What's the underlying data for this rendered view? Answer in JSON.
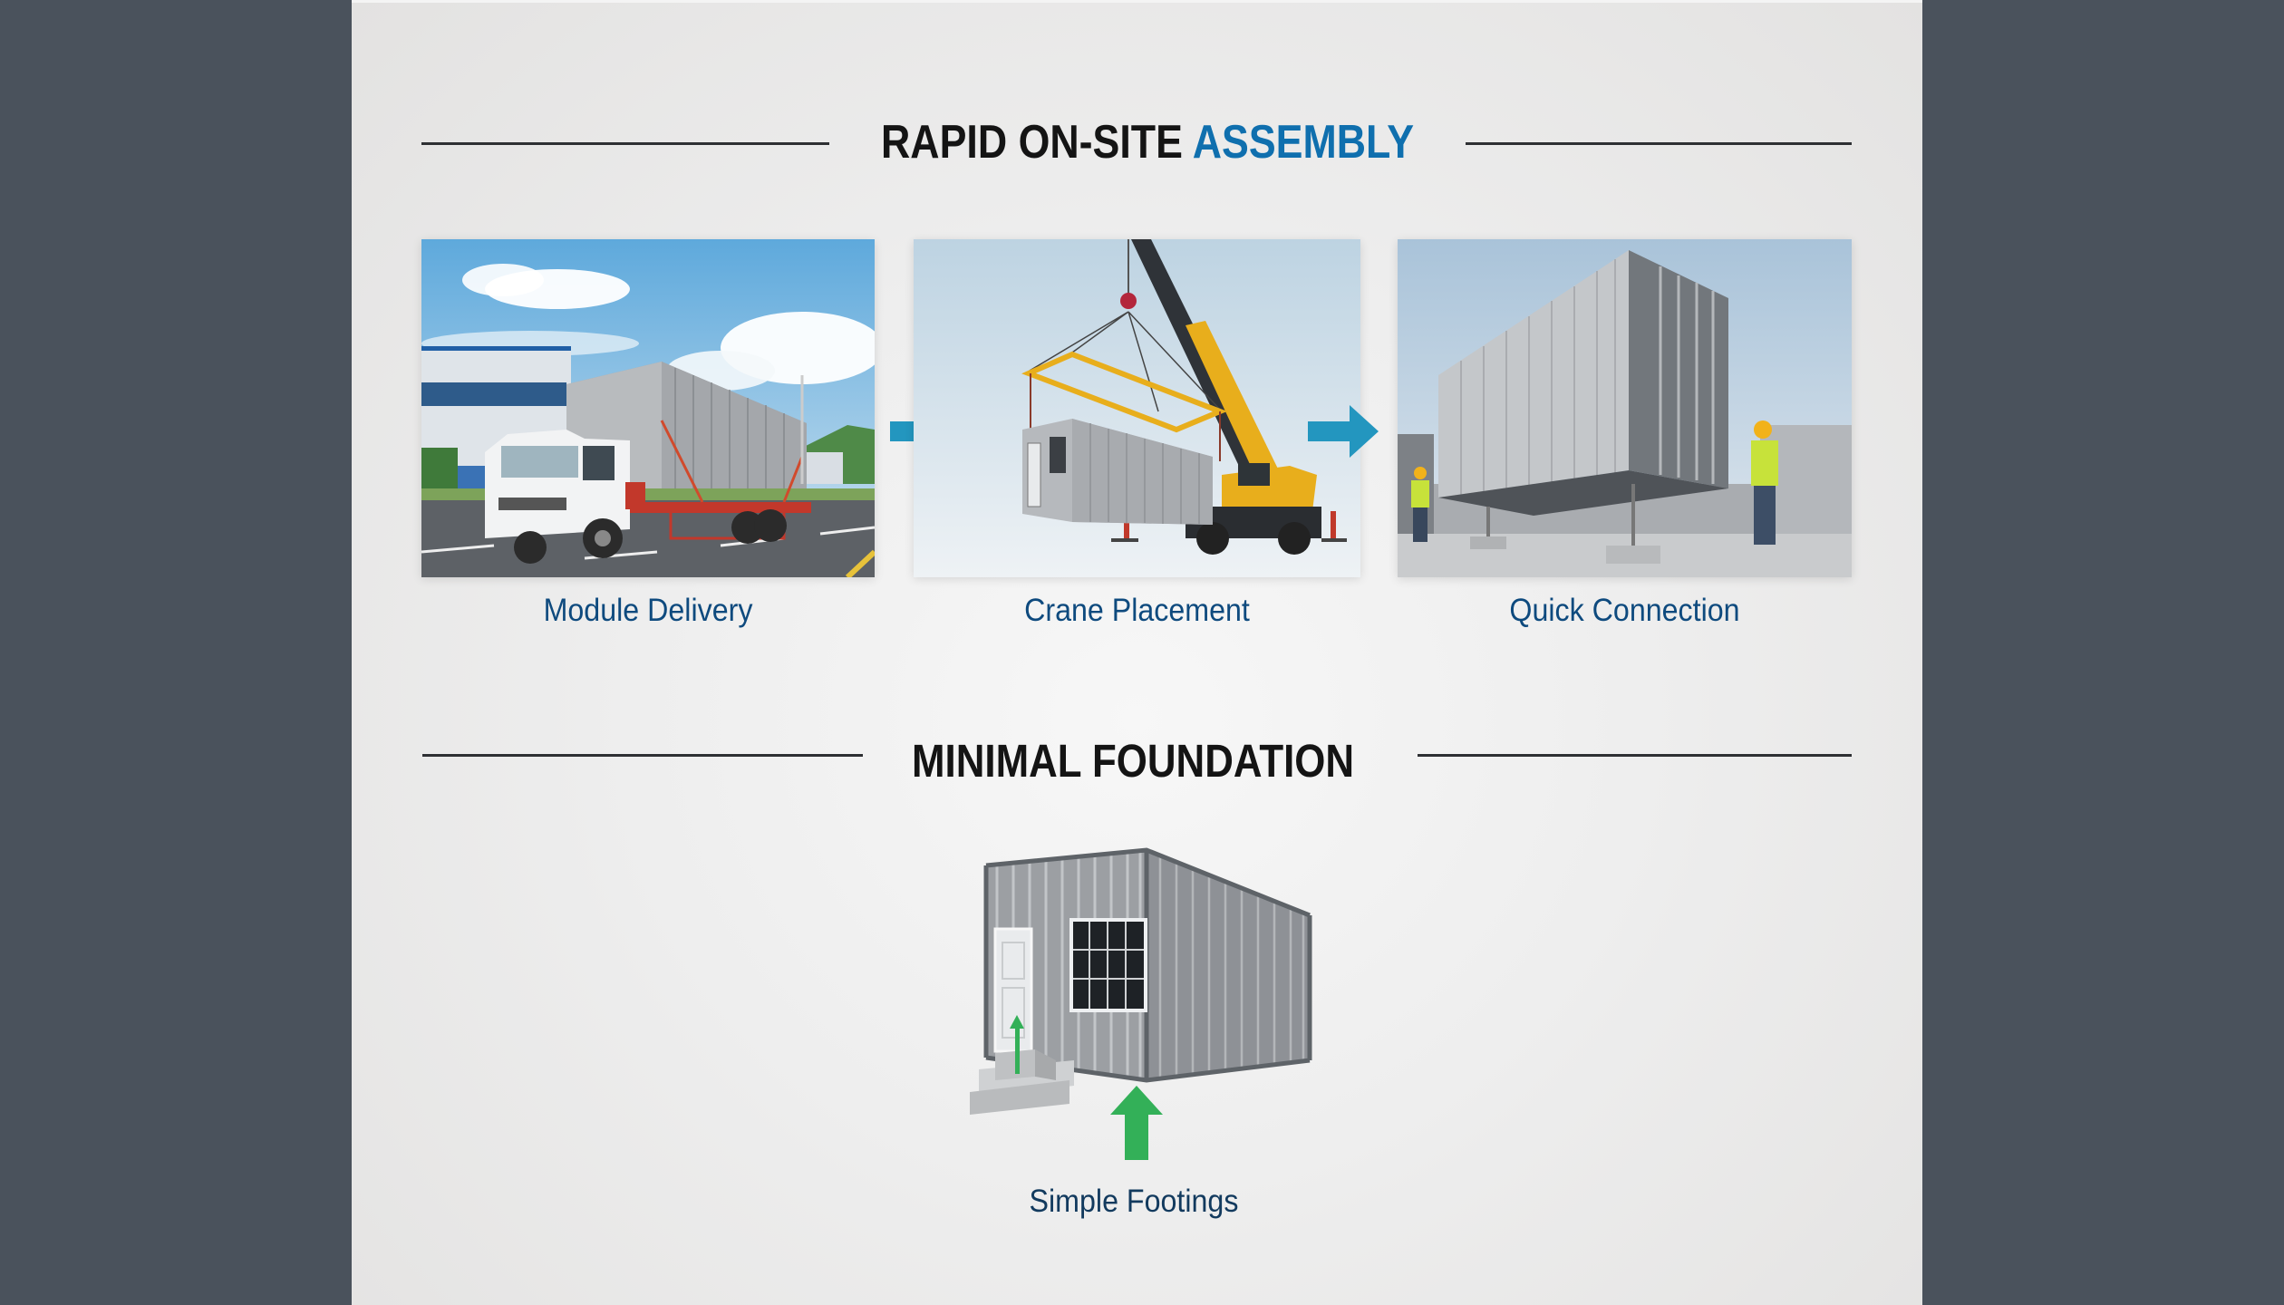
{
  "sections": {
    "assembly": {
      "title_part1": "RAPID ON-SITE ",
      "title_accent": "ASSEMBLY",
      "steps": [
        {
          "label": "Module Delivery",
          "image": "truck-delivering-container-module"
        },
        {
          "label": "Crane Placement",
          "image": "crane-lifting-container-module"
        },
        {
          "label": "Quick Connection",
          "image": "workers-connecting-container-module"
        }
      ],
      "flow_arrow_icon": "right-arrow-icon"
    },
    "foundation": {
      "title": "MINIMAL FOUNDATION",
      "illustration": "container-house-on-footings",
      "footing_arrow_icon": "up-arrow-icon",
      "caption": "Simple Footings"
    }
  },
  "colors": {
    "background_side": "#4a525c",
    "panel": "#eeeeee",
    "heading": "#141414",
    "accent": "#0f6fae",
    "caption": "#0e4a7e",
    "flow_arrow": "#2396bf",
    "footing_arrow": "#33b058"
  }
}
